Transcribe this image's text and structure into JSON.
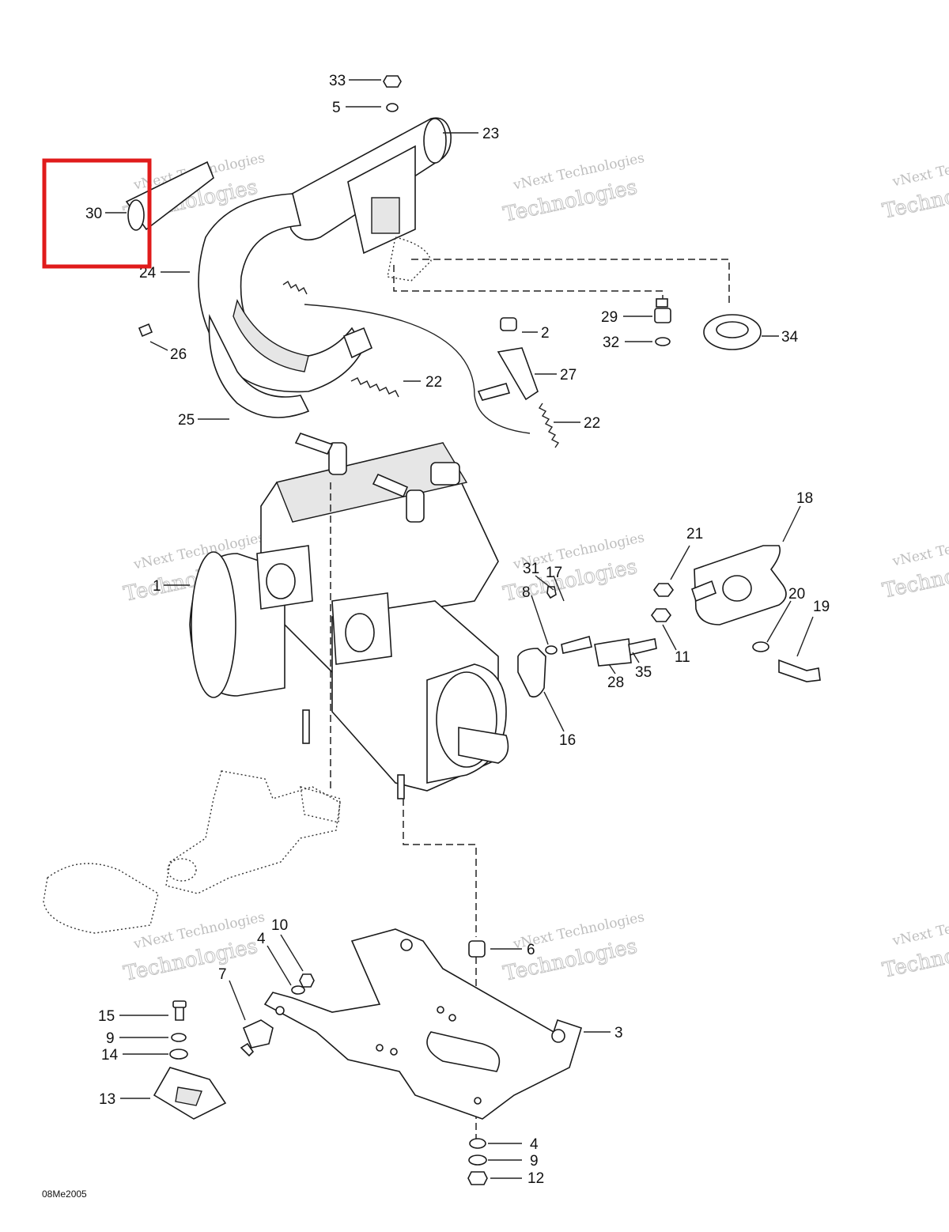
{
  "diagram": {
    "code": "08Me2005",
    "watermark": {
      "line1": "vNext Technologies",
      "line2": "Technologies"
    },
    "highlight_color": "#e01b1b",
    "labels": [
      "33",
      "5",
      "23",
      "30",
      "24",
      "26",
      "25",
      "22",
      "2",
      "27",
      "22",
      "29",
      "32",
      "34",
      "18",
      "21",
      "31",
      "17",
      "8",
      "20",
      "19",
      "11",
      "1",
      "28",
      "35",
      "16",
      "10",
      "4",
      "7",
      "15",
      "9",
      "14",
      "13",
      "6",
      "3",
      "4",
      "9",
      "12"
    ]
  }
}
